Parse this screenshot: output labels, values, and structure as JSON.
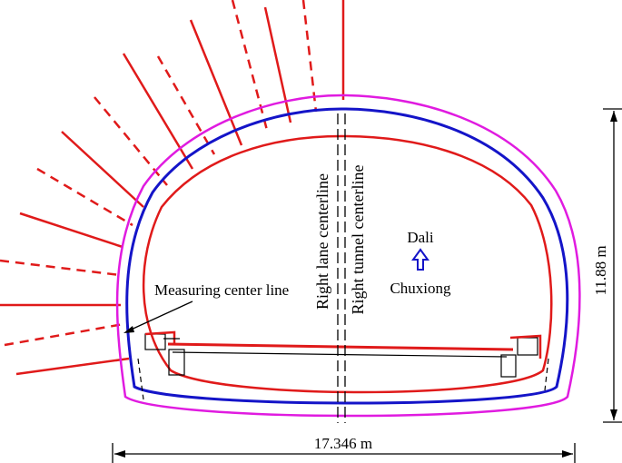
{
  "labels": {
    "measuring_center_line": "Measuring center line",
    "right_lane_centerline": "Right lane centerline",
    "right_tunnel_centerline": "Right tunnel centerline",
    "direction_north": "Dali",
    "direction_south": "Chuxiong",
    "height_dimension": "11.88 m",
    "width_dimension": "17.346 m"
  },
  "colors": {
    "outer_profile": "#e01be0",
    "middle_profile": "#1414c8",
    "inner_profile": "#e01a1a",
    "bolts": "#e01a1a",
    "direction_arrow": "#1414c8",
    "lines": "#000000"
  }
}
